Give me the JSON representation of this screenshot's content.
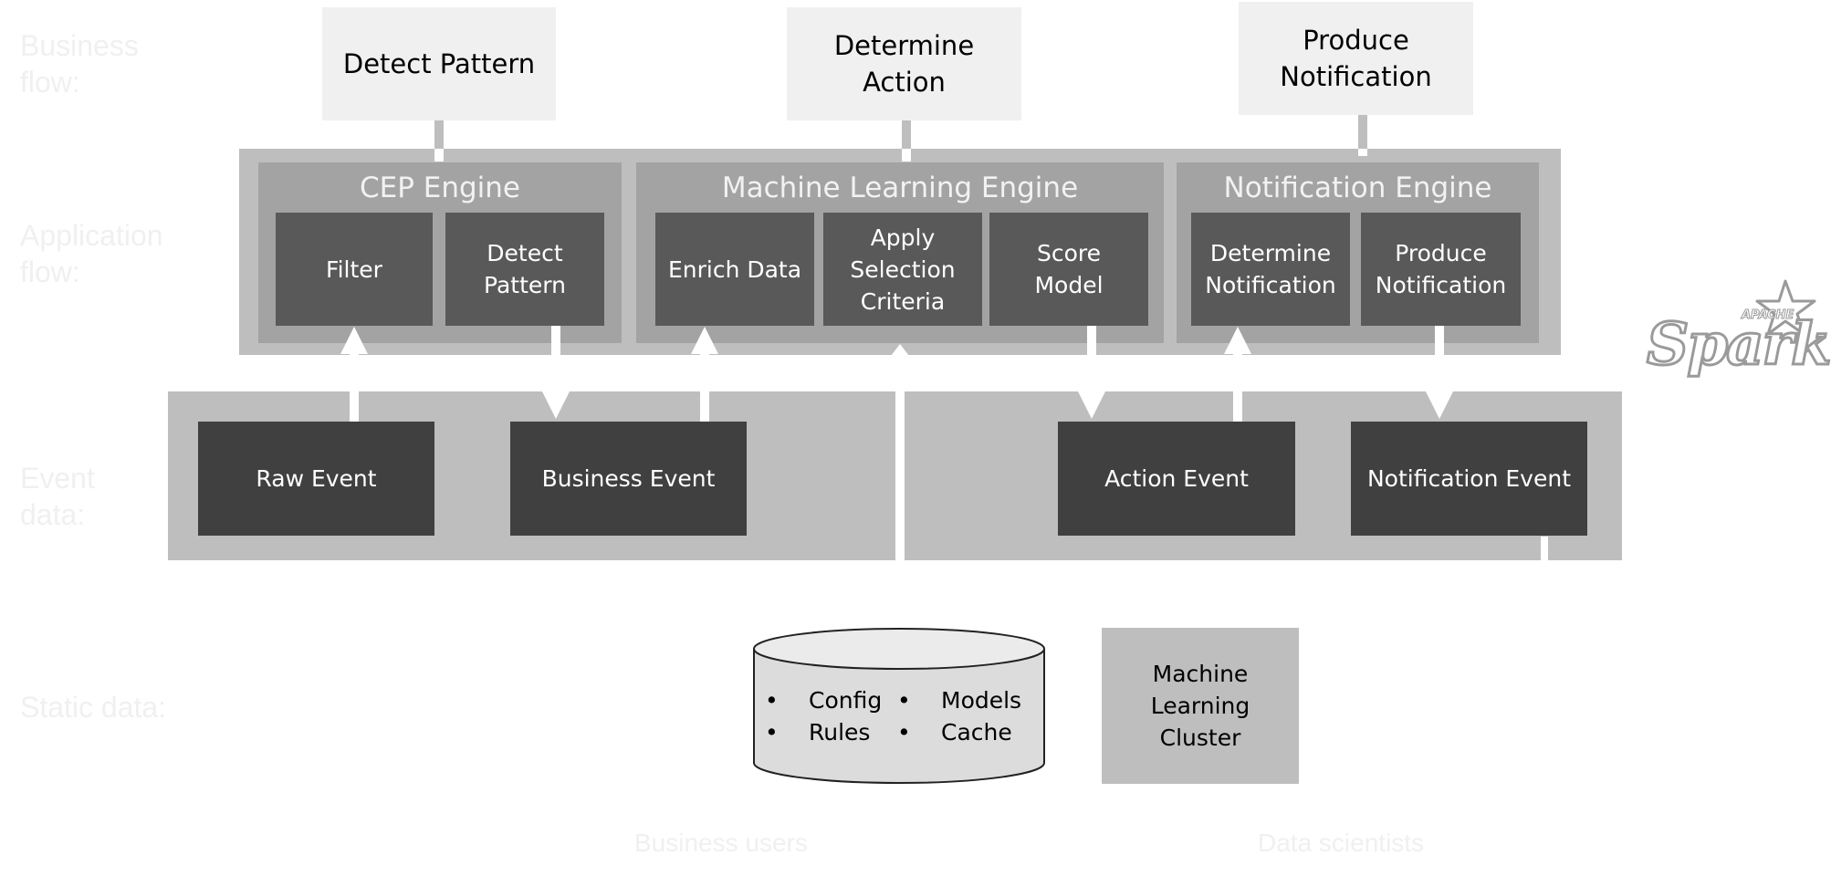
{
  "row_labels": {
    "business_flow": "Business\nflow:",
    "application_flow": "Application\nflow:",
    "event_data": "Event\ndata:",
    "static_data": "Static data:"
  },
  "business_flow": {
    "detect_pattern": "Detect Pattern",
    "determine_action": "Determine\nAction",
    "produce_notification": "Produce\nNotification"
  },
  "engines": {
    "cep": {
      "title": "CEP Engine",
      "steps": [
        "Filter",
        "Detect\nPattern"
      ]
    },
    "ml": {
      "title": "Machine Learning Engine",
      "steps": [
        "Enrich Data",
        "Apply\nSelection\nCriteria",
        "Score\nModel"
      ]
    },
    "notification": {
      "title": "Notification Engine",
      "steps": [
        "Determine\nNotification",
        "Produce\nNotification"
      ]
    }
  },
  "events": [
    "Raw Event",
    "Business Event",
    "Action Event",
    "Notification Event"
  ],
  "static_data": {
    "database_items": [
      "Config",
      "Rules",
      "Models",
      "Cache"
    ],
    "cluster": "Machine\nLearning\nCluster"
  },
  "footer": {
    "business_users": "Business users",
    "data_scientists": "Data scientists"
  },
  "logo": {
    "top": "APACHE",
    "main": "Spark"
  },
  "colors": {
    "business_box": "#f0f0f0",
    "app_band": "#bebebe",
    "engine": "#a3a3a3",
    "step": "#595959",
    "event": "#404040",
    "static_box": "#bebebe"
  }
}
